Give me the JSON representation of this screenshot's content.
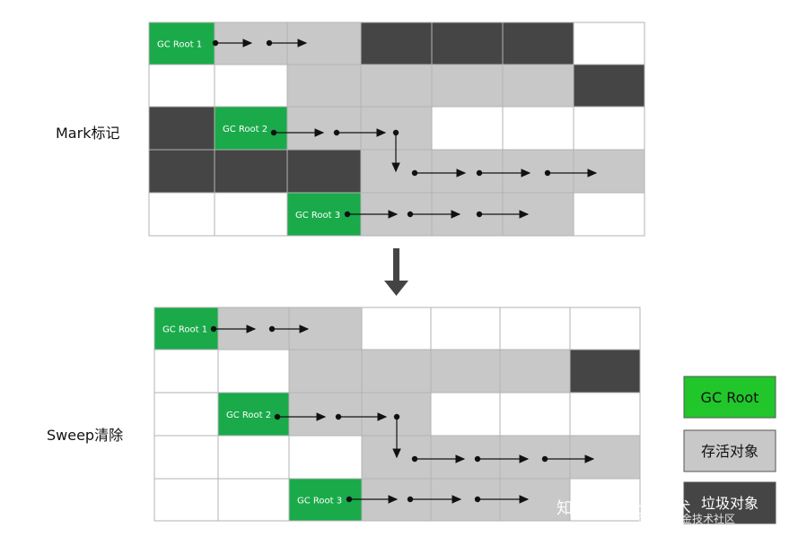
{
  "labels": {
    "mark": "Mark标记",
    "sweep": "Sweep清除"
  },
  "colors": {
    "green": "#1aaa4a",
    "gray": "#c8c8c8",
    "dark": "#454545",
    "white": "#ffffff",
    "border": "#b3b3b3",
    "legend_green": "#21c62b"
  },
  "mark": {
    "rows": [
      [
        "G",
        "L",
        "L",
        "D",
        "D",
        "D",
        "W"
      ],
      [
        "W",
        "W",
        "L",
        "L",
        "L",
        "L",
        "D"
      ],
      [
        "D",
        "G",
        "L",
        "L",
        "W",
        "W",
        "W"
      ],
      [
        "D",
        "D",
        "D",
        "L",
        "L",
        "L",
        "L"
      ],
      [
        "W",
        "W",
        "G",
        "L",
        "L",
        "L",
        "W"
      ]
    ],
    "roots": [
      {
        "row": 0,
        "col": 0,
        "text": "GC Root 1"
      },
      {
        "row": 2,
        "col": 1,
        "text": "GC Root 2"
      },
      {
        "row": 4,
        "col": 2,
        "text": "GC Root 3"
      }
    ]
  },
  "sweep": {
    "rows": [
      [
        "G",
        "L",
        "L",
        "W",
        "W",
        "W",
        "W"
      ],
      [
        "W",
        "W",
        "L",
        "L",
        "L",
        "L",
        "D"
      ],
      [
        "W",
        "G",
        "L",
        "L",
        "W",
        "W",
        "W"
      ],
      [
        "W",
        "W",
        "W",
        "L",
        "L",
        "L",
        "L"
      ],
      [
        "W",
        "W",
        "G",
        "L",
        "L",
        "L",
        "W"
      ]
    ],
    "roots": [
      {
        "row": 0,
        "col": 0,
        "text": "GC Root 1"
      },
      {
        "row": 2,
        "col": 1,
        "text": "GC Root 2"
      },
      {
        "row": 4,
        "col": 2,
        "text": "GC Root 3"
      }
    ]
  },
  "legend": [
    {
      "text": "GC Root",
      "type": "green"
    },
    {
      "text": "存活对象",
      "type": "gray"
    },
    {
      "text": "垃圾对象",
      "type": "dark"
    }
  ],
  "watermark": {
    "main": "知乎 @不止于技术",
    "sub": "@稀土掘金技术社区"
  }
}
